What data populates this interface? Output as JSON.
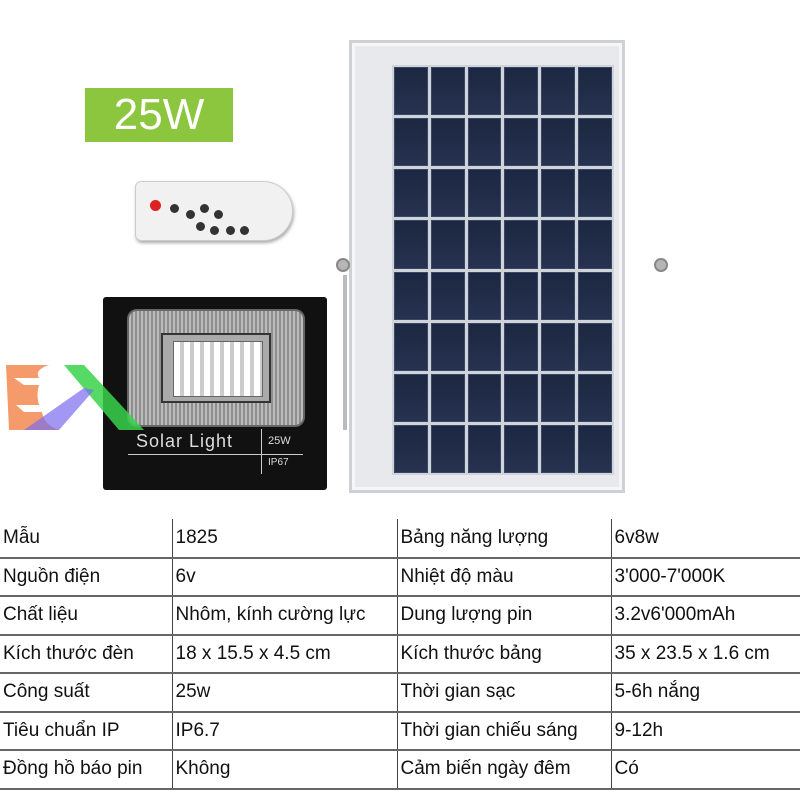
{
  "badge": "25W",
  "lamp": {
    "title": "Solar Light",
    "watt": "25W",
    "ip": "IP67"
  },
  "specs": [
    [
      "Mẫu",
      "1825",
      "Bảng năng lượng",
      "6v8w"
    ],
    [
      "Nguồn điện",
      "6v",
      "Nhiệt độ màu",
      "3'000-7'000K"
    ],
    [
      "Chất liệu",
      "Nhôm, kính cường lực",
      "Dung lượng pin",
      "3.2v6'000mAh"
    ],
    [
      "Kích thước đèn",
      "18 x 15.5 x 4.5 cm",
      "Kích thước bảng",
      "35 x 23.5 x 1.6 cm"
    ],
    [
      "Công suất",
      "25w",
      "Thời gian sạc",
      "5-6h nắng"
    ],
    [
      "Tiêu chuẩn IP",
      "IP6.7",
      "Thời gian chiếu sáng",
      "9-12h"
    ],
    [
      "Đồng hồ báo pin",
      "Không",
      "Cảm biến ngày đêm",
      "Có"
    ]
  ]
}
